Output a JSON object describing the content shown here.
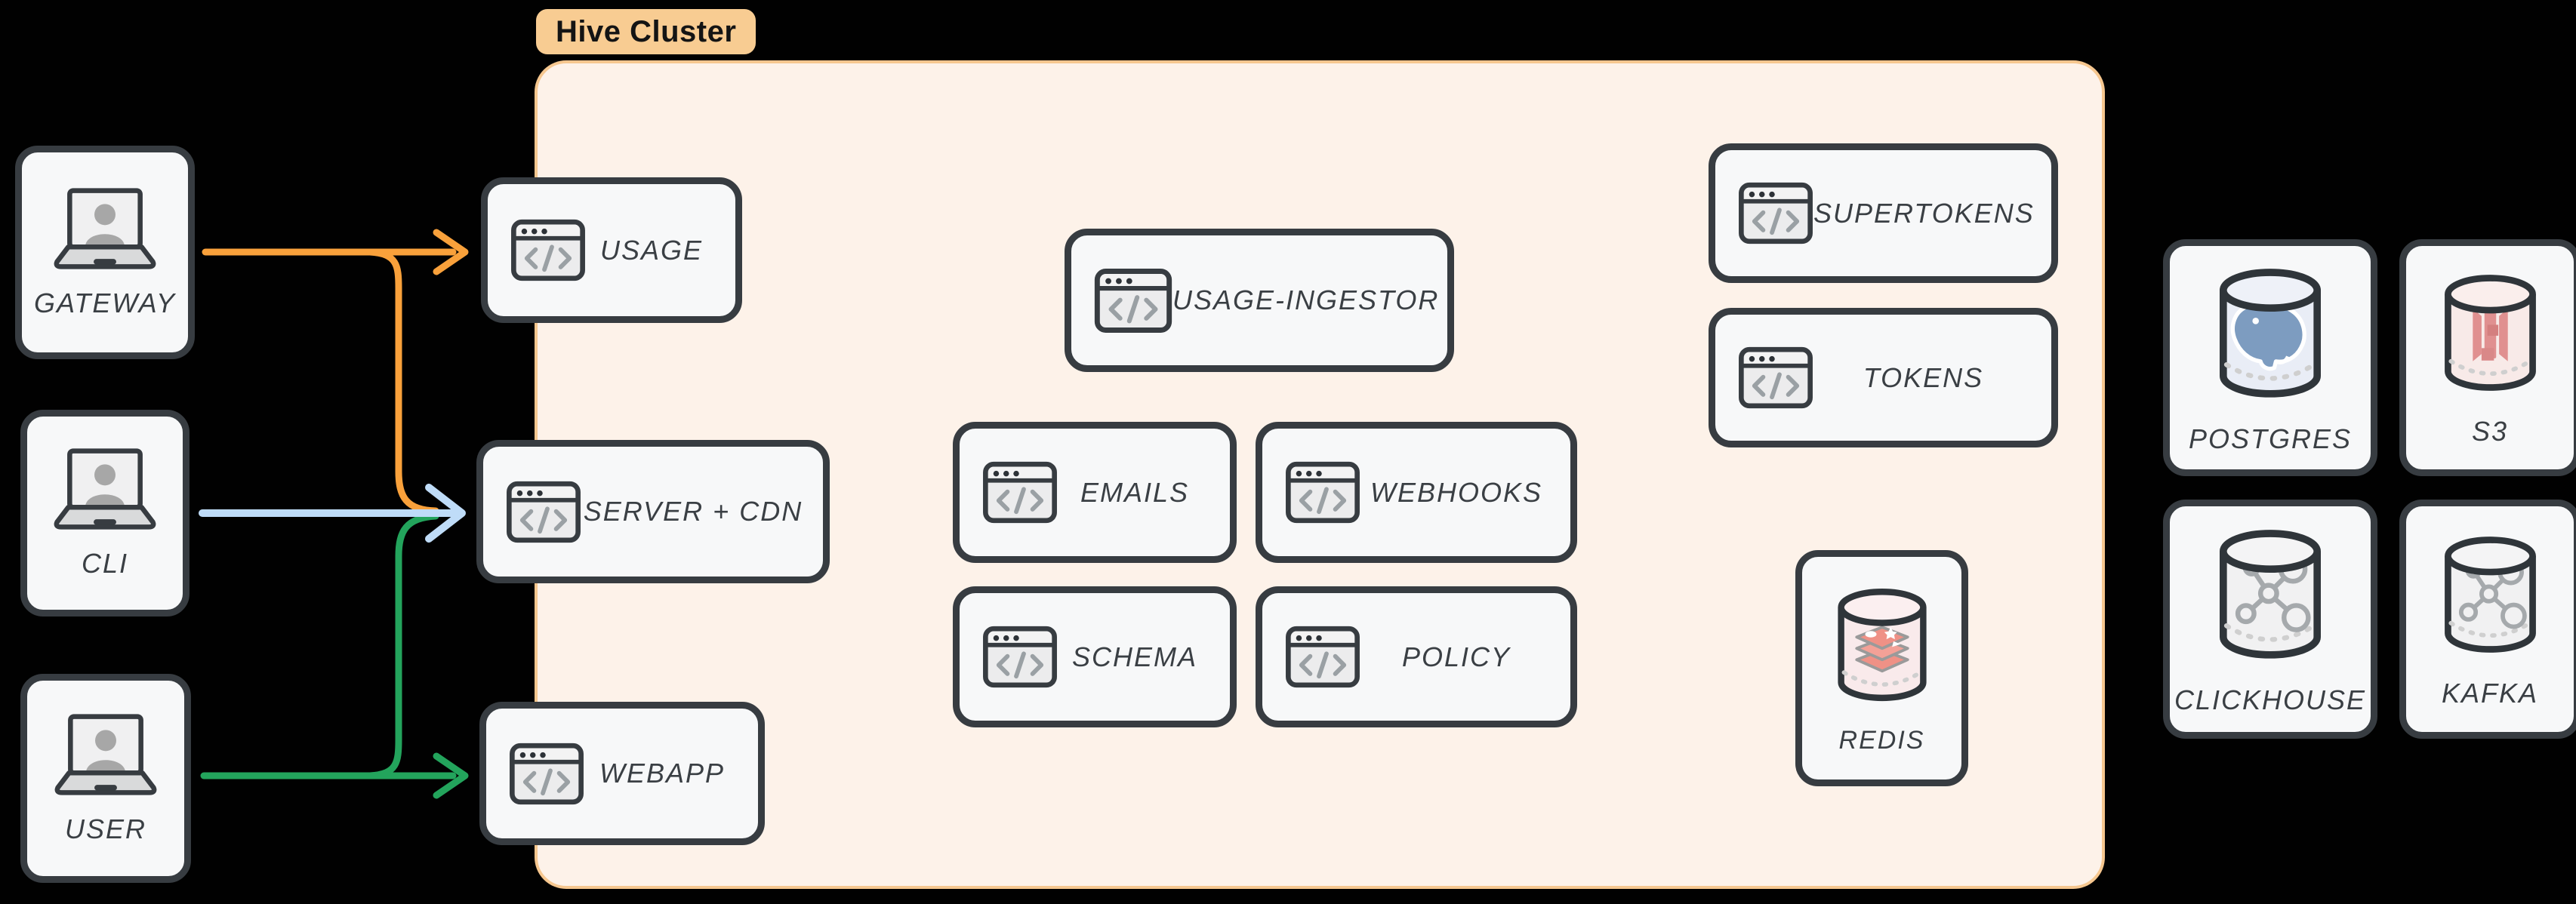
{
  "title_badge": {
    "label": "Hive Cluster"
  },
  "colors": {
    "background": "#010101",
    "cluster_fill": "#FDF2E9",
    "cluster_border": "#F6C78F",
    "badge_fill": "#F8CC92",
    "node_fill": "#F7F8F9",
    "node_border": "#373C41",
    "label_text": "#3A3F44",
    "arrow_orange": "#F9A13B",
    "arrow_green": "#23A45C",
    "arrow_blue": "#BFDCF8"
  },
  "external_clients": {
    "gateway": {
      "label": "GATEWAY",
      "icon": "laptop-user"
    },
    "cli": {
      "label": "CLI",
      "icon": "laptop-user"
    },
    "user": {
      "label": "USER",
      "icon": "laptop-user"
    }
  },
  "hive_cluster": {
    "usage": {
      "label": "USAGE",
      "icon": "code-window"
    },
    "server_cdn": {
      "label": "SERVER + CDN",
      "icon": "code-window"
    },
    "webapp": {
      "label": "WEBAPP",
      "icon": "code-window"
    },
    "usage_ingestor": {
      "label": "USAGE-INGESTOR",
      "icon": "code-window"
    },
    "emails": {
      "label": "EMAILS",
      "icon": "code-window"
    },
    "webhooks": {
      "label": "WEBHOOKS",
      "icon": "code-window"
    },
    "schema": {
      "label": "SCHEMA",
      "icon": "code-window"
    },
    "policy": {
      "label": "POLICY",
      "icon": "code-window"
    },
    "supertokens": {
      "label": "SUPERTOKENS",
      "icon": "code-window"
    },
    "tokens": {
      "label": "TOKENS",
      "icon": "code-window"
    },
    "redis": {
      "label": "REDIS",
      "icon": "redis-database"
    }
  },
  "datastores": {
    "postgres": {
      "label": "POSTGRES",
      "icon": "postgres-database"
    },
    "s3": {
      "label": "S3",
      "icon": "s3-database"
    },
    "clickhouse": {
      "label": "CLICKHOUSE",
      "icon": "clickhouse-database"
    },
    "kafka": {
      "label": "KAFKA",
      "icon": "kafka-database"
    }
  },
  "connections": [
    {
      "from": "GATEWAY",
      "to": "USAGE",
      "color": "orange"
    },
    {
      "from": "GATEWAY",
      "to": "SERVER + CDN",
      "color": "orange"
    },
    {
      "from": "CLI",
      "to": "SERVER + CDN",
      "color": "blue"
    },
    {
      "from": "USER",
      "to": "SERVER + CDN",
      "color": "green"
    },
    {
      "from": "USER",
      "to": "WEBAPP",
      "color": "green"
    }
  ]
}
